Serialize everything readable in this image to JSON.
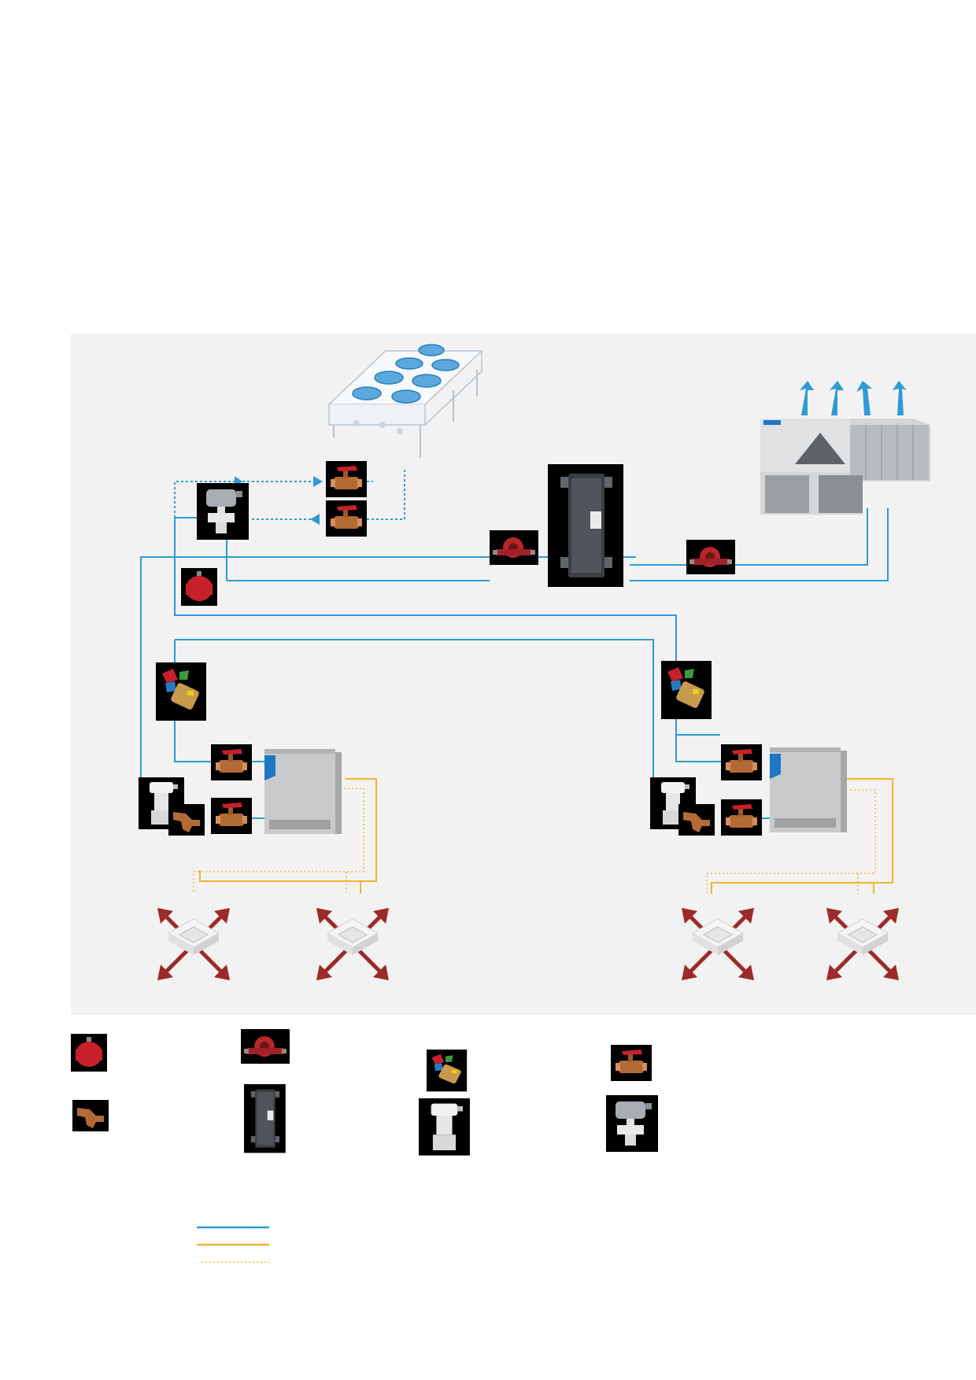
{
  "diagram": {
    "panel_background": "#f2f2f2",
    "colors": {
      "water_pipe": "#2f9ad6",
      "refrigerant_pipe": "#f5b335",
      "wiring": "#f5b335",
      "valve_red": "#c8202a",
      "valve_brass": "#b36a35",
      "unit_grey": "#c9cacb",
      "arrow_red": "#9c2a2a",
      "icon_frame": "#000000"
    },
    "components": [
      "dry-cooler",
      "air-cooled-chiller",
      "plate-heat-exchanger",
      "three-way-valve",
      "ball-valve",
      "circulation-pump",
      "expansion-vessel",
      "balancing-valve",
      "motorised-valve",
      "strainer",
      "water-cooled-vrv-unit",
      "ceiling-cassette"
    ]
  },
  "legend": {
    "icons": [
      "expansion-vessel-icon",
      "strainer-icon",
      "pump-icon",
      "plate-heat-exchanger-icon",
      "balancing-valve-icon",
      "motorised-valve-icon",
      "ball-valve-icon",
      "three-way-valve-icon"
    ],
    "line_styles": [
      "water-pipe-solid-blue",
      "refrigerant-pipe-solid-yellow",
      "wiring-dotted-yellow"
    ]
  }
}
